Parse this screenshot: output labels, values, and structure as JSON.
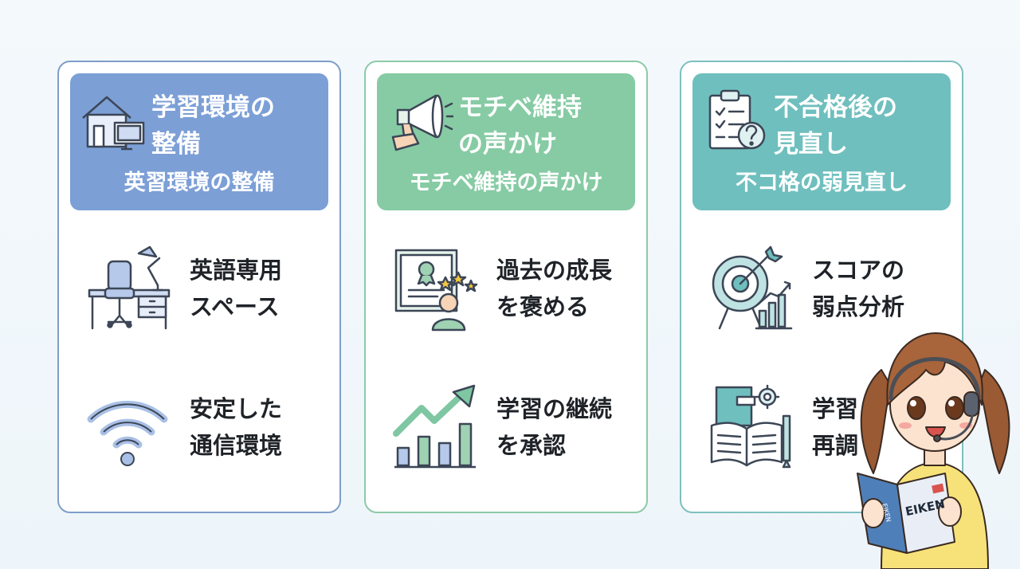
{
  "cards": [
    {
      "header_title": "学習環境の\n整備",
      "header_subtitle": "英習環境の整備",
      "header_icon": "house-computer-icon",
      "items": [
        {
          "text": "英語専用\nスペース",
          "icon": "desk-lamp-icon"
        },
        {
          "text": "安定した\n通信環境",
          "icon": "wifi-icon"
        }
      ]
    },
    {
      "header_title": "モチベ維持\nの声かけ",
      "header_subtitle": "モチベ維持の声かけ",
      "header_icon": "megaphone-icon",
      "items": [
        {
          "text": "過去の成長\nを褒める",
          "icon": "certificate-icon"
        },
        {
          "text": "学習の継続\nを承認",
          "icon": "growth-chart-icon"
        }
      ]
    },
    {
      "header_title": "不合格後の\n見直し",
      "header_subtitle": "不コ格の弱見直し",
      "header_icon": "clipboard-question-icon",
      "items": [
        {
          "text": "スコアの\n弱点分析",
          "icon": "target-chart-icon"
        },
        {
          "text": "学習\n再調",
          "icon": "book-gear-icon"
        }
      ]
    }
  ],
  "mascot": {
    "book_label": "EIKEN",
    "book_spine": "EIKEN",
    "icon": "headset-girl-icon"
  },
  "colors": {
    "card1": "#7c9fd6",
    "card2": "#86cba4",
    "card3": "#6fbfbe",
    "text": "#1f2328"
  }
}
